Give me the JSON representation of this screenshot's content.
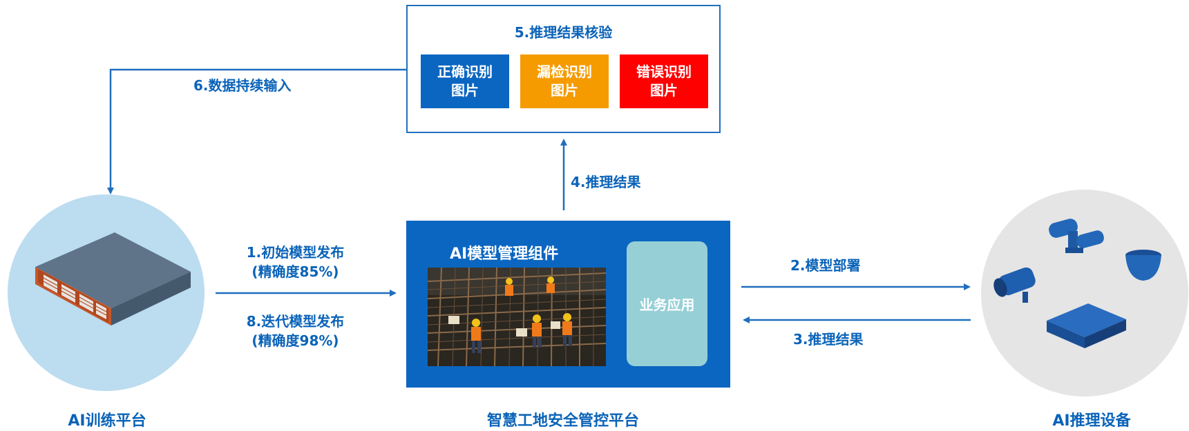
{
  "verification": {
    "title": "5.推理结果核验",
    "tiles": [
      {
        "label": "正确识别图片",
        "color": "#0b66c1"
      },
      {
        "label": "漏检识别图片",
        "color": "#f59b00"
      },
      {
        "label": "错误识别图片",
        "color": "#ff0000"
      }
    ]
  },
  "steps": {
    "step1_line1": "1.初始模型发布",
    "step1_line2": "(精确度85%)",
    "step8_line1": "8.迭代模型发布",
    "step8_line2": "(精确度98%)",
    "step2": "2.模型部署",
    "step3": "3.推理结果",
    "step4": "4.推理结果",
    "step6": "6.数据持续输入"
  },
  "management": {
    "title": "AI模型管理组件",
    "app_label": "业务应用"
  },
  "nodes": {
    "training": "AI训练平台",
    "platform": "智慧工地安全管控平台",
    "inference": "AI推理设备"
  },
  "colors": {
    "accent_blue": "#0b66c1",
    "text_blue": "#0a63b8",
    "training_circle": "#bcdcf0",
    "inference_circle": "#e5e5e5"
  },
  "icons": [
    "server-icon",
    "camera-devices-icon",
    "construction-photo"
  ]
}
